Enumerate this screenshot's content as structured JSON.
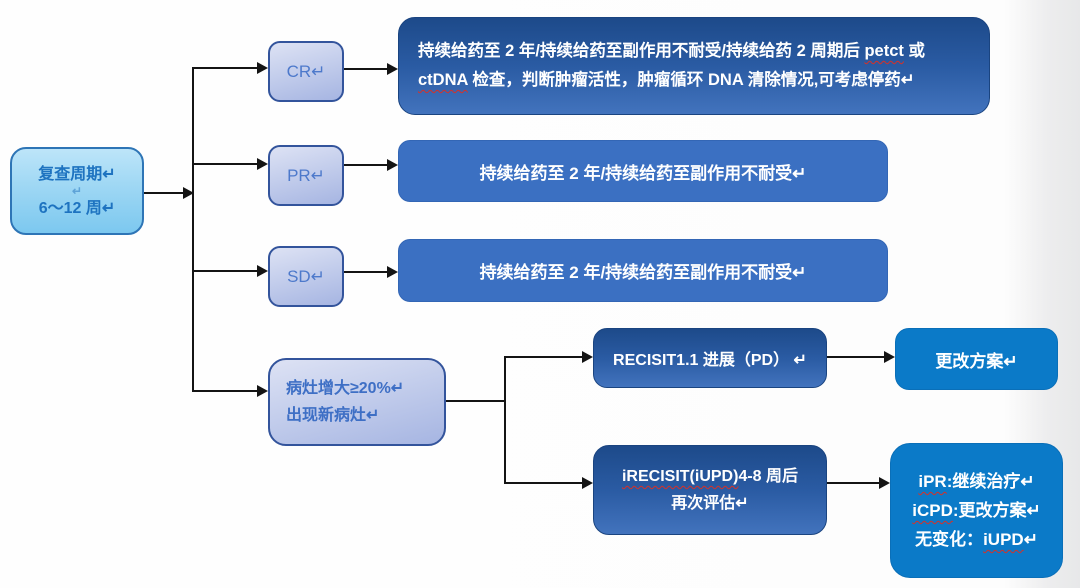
{
  "colors": {
    "root_fill_top": "#bde5f9",
    "root_fill_bottom": "#7cc8ef",
    "root_border": "#2e75b6",
    "root_text": "#1e73c0",
    "branch_node_fill_top": "#dde2f4",
    "branch_node_fill_bottom": "#a6b5e2",
    "branch_node_border": "#33549c",
    "branch_node_text": "#4d79cb",
    "dark_box_top": "#1d4a8a",
    "dark_box_bottom": "#4273bd",
    "flat_blue_box": "#3b70c2",
    "bright_blue_box": "#0b7ac8",
    "box_text": "#ffffff",
    "connector": "#141414",
    "spellcheck_squiggle": "#d93025"
  },
  "nodes": {
    "root": {
      "lines": [
        [
          {
            "t": "复查周期↵"
          }
        ],
        [
          {
            "t": "↵"
          }
        ],
        [
          {
            "t": "6～12 周↵"
          }
        ]
      ]
    },
    "cr": {
      "label": "CR↵"
    },
    "pr": {
      "label": "PR↵"
    },
    "sd": {
      "label": "SD↵"
    },
    "lesion": {
      "lines": [
        [
          {
            "t": "病灶增大≥20%↵"
          }
        ],
        [
          {
            "t": "出现新病灶↵"
          }
        ]
      ]
    },
    "cr_result": {
      "lines": [
        [
          {
            "t": "持续给药至 2 年/持续给药至副作用不耐受/持续给药 2 周期后 "
          },
          {
            "t": "petct",
            "sq": true
          },
          {
            "t": " 或"
          }
        ],
        [
          {
            "t": "ctDNA",
            "sq": true
          },
          {
            "t": " 检查，判断肿瘤活性，肿瘤循环 DNA 清除情况,可考虑停药↵"
          }
        ]
      ]
    },
    "pr_result": {
      "text": "持续给药至 2 年/持续给药至副作用不耐受↵"
    },
    "sd_result": {
      "text": "持续给药至 2 年/持续给药至副作用不耐受↵"
    },
    "recist_pd": {
      "text": "RECISIT1.1 进展（PD） ↵"
    },
    "change_plan": {
      "text": "更改方案↵"
    },
    "irecist": {
      "lines": [
        [
          {
            "t": "iRECISIT(iUPD)",
            "sq": true
          },
          {
            "t": "4-8 周后"
          }
        ],
        [
          {
            "t": "再次评估↵"
          }
        ]
      ]
    },
    "outcome": {
      "lines": [
        [
          {
            "t": "iPR",
            "sq": true
          },
          {
            "t": ":继续治疗↵"
          }
        ],
        [
          {
            "t": "iCPD",
            "sq": true
          },
          {
            "t": ":更改方案↵"
          }
        ],
        [
          {
            "t": "无变化："
          },
          {
            "t": "iUPD",
            "sq": true
          },
          {
            "t": "↵"
          }
        ]
      ]
    }
  }
}
